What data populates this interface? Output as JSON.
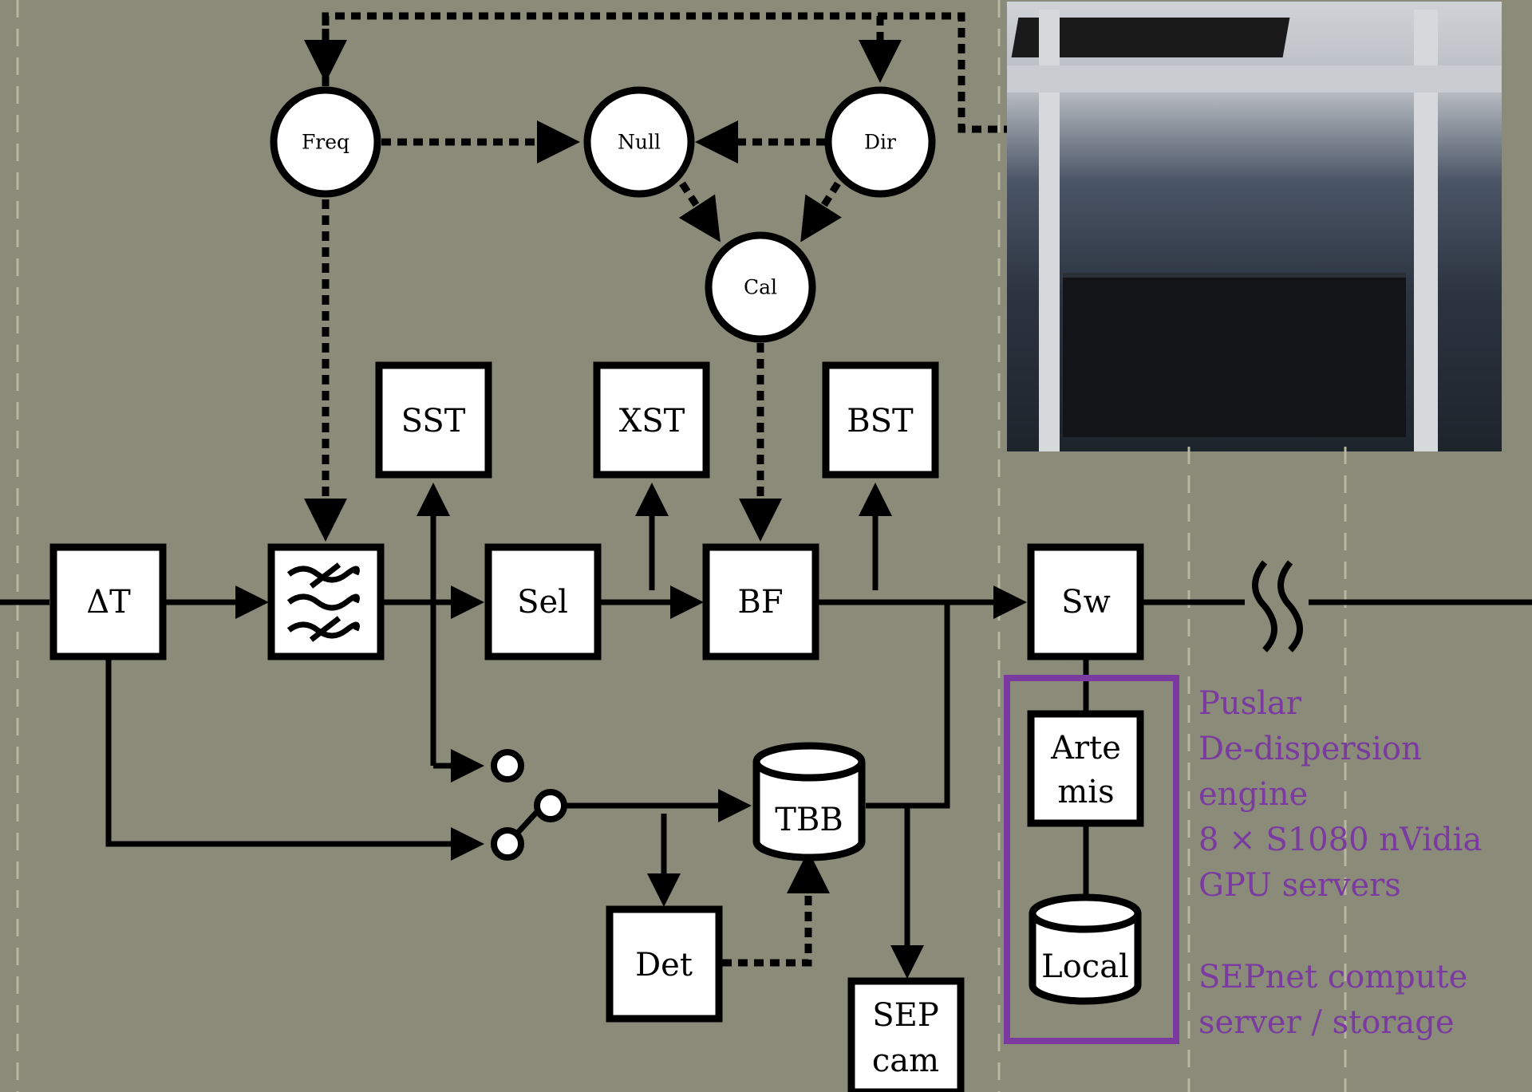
{
  "nodes": {
    "freq": "Freq",
    "null": "Null",
    "dir": "Dir",
    "cal": "Cal",
    "sst": "SST",
    "xst": "XST",
    "bst": "BST",
    "delta_t": "ΔT",
    "sel": "Sel",
    "bf": "BF",
    "sw": "Sw",
    "artemis_line1": "Arte",
    "artemis_line2": "mis",
    "tbb": "TBB",
    "det": "Det",
    "local": "Local",
    "sep_line1": "SEP",
    "sep_line2": "cam"
  },
  "notes": {
    "pulsar": [
      "Puslar",
      "De-dispersion",
      "engine",
      "8 × S1080 nVidia",
      "GPU servers"
    ],
    "sepnet": [
      "SEPnet compute",
      "server / storage"
    ]
  },
  "colors": {
    "background": "#8a8b78",
    "highlight": "#7a3aa0"
  },
  "icons": {
    "filter": "filter-bank-icon",
    "break": "line-break-icon",
    "switch": "switch-icon"
  }
}
